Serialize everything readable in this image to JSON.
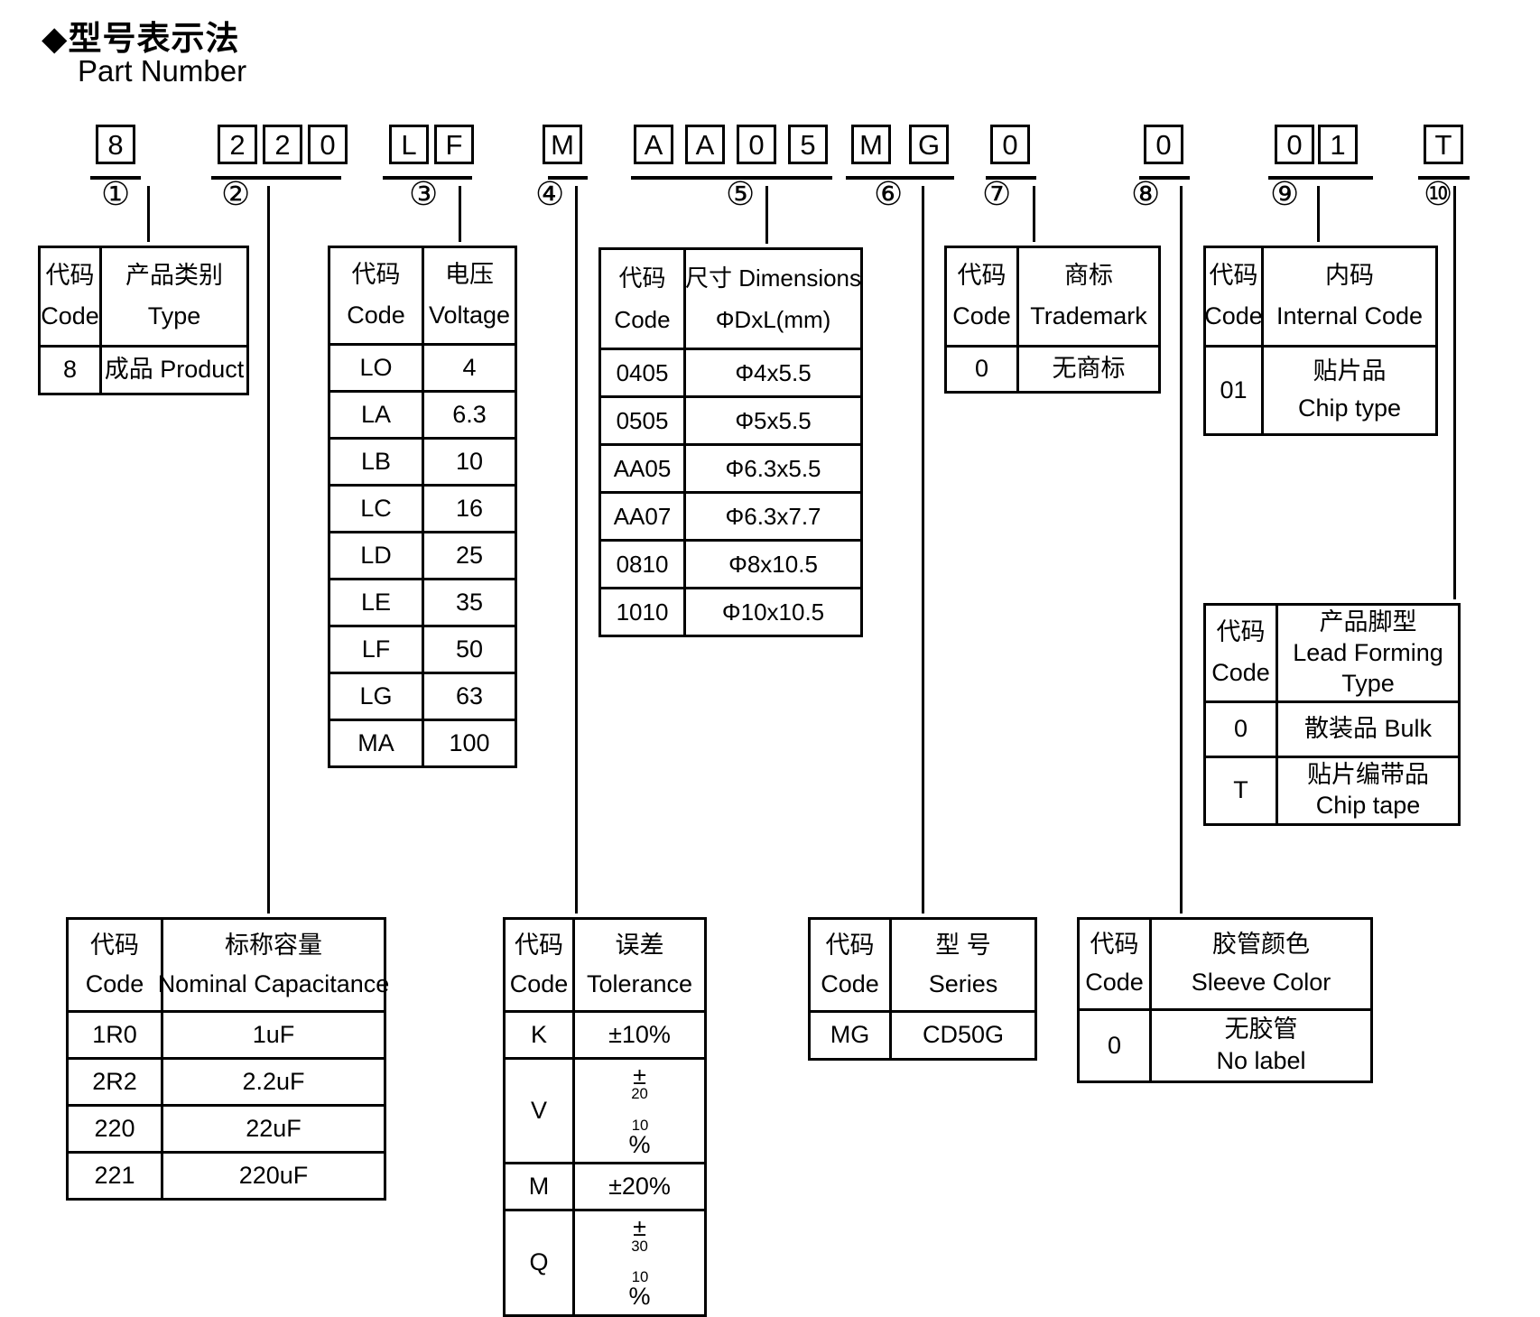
{
  "title": {
    "zh": "◆型号表示法",
    "en": "Part Number"
  },
  "part_number": {
    "groups": [
      {
        "num": "①",
        "chars": [
          "8"
        ]
      },
      {
        "num": "②",
        "chars": [
          "2",
          "2",
          "0"
        ]
      },
      {
        "num": "③",
        "chars": [
          "L",
          "F"
        ]
      },
      {
        "num": "④",
        "chars": [
          "M"
        ]
      },
      {
        "num": "⑤",
        "chars": [
          "A",
          "A",
          "0",
          "5"
        ]
      },
      {
        "num": "⑥",
        "chars": [
          "M",
          "G"
        ]
      },
      {
        "num": "⑦",
        "chars": [
          "0"
        ]
      },
      {
        "num": "⑧",
        "chars": [
          "0"
        ]
      },
      {
        "num": "⑨",
        "chars": [
          "0",
          "1"
        ]
      },
      {
        "num": "⑩",
        "chars": [
          "T"
        ]
      }
    ]
  },
  "tables": {
    "type": {
      "header": [
        [
          "代码",
          "Code"
        ],
        [
          "产品类别",
          "Type"
        ]
      ],
      "rows": [
        [
          "8",
          "成品 Product"
        ]
      ]
    },
    "voltage": {
      "header": [
        [
          "代码",
          "Code"
        ],
        [
          "电压",
          "Voltage"
        ]
      ],
      "rows": [
        [
          "LO",
          "4"
        ],
        [
          "LA",
          "6.3"
        ],
        [
          "LB",
          "10"
        ],
        [
          "LC",
          "16"
        ],
        [
          "LD",
          "25"
        ],
        [
          "LE",
          "35"
        ],
        [
          "LF",
          "50"
        ],
        [
          "LG",
          "63"
        ],
        [
          "MA",
          "100"
        ]
      ]
    },
    "dimensions": {
      "header": [
        [
          "代码",
          "Code"
        ],
        [
          "尺寸 Dimensions",
          "ΦDxL(mm)"
        ]
      ],
      "rows": [
        [
          "0405",
          "Φ4x5.5"
        ],
        [
          "0505",
          "Φ5x5.5"
        ],
        [
          "AA05",
          "Φ6.3x5.5"
        ],
        [
          "AA07",
          "Φ6.3x7.7"
        ],
        [
          "0810",
          "Φ8x10.5"
        ],
        [
          "1010",
          "Φ10x10.5"
        ]
      ]
    },
    "trademark": {
      "header": [
        [
          "代码",
          "Code"
        ],
        [
          "商标",
          "Trademark"
        ]
      ],
      "rows": [
        [
          "0",
          "无商标"
        ]
      ]
    },
    "internal_code": {
      "header": [
        [
          "代码",
          "Code"
        ],
        [
          "内码",
          "Internal Code"
        ]
      ],
      "rows": [
        [
          "01",
          [
            "贴片品",
            "Chip type"
          ]
        ]
      ]
    },
    "lead_forming": {
      "header": [
        [
          "代码",
          "Code"
        ],
        [
          "产品脚型",
          "Lead Forming",
          "Type"
        ]
      ],
      "rows": [
        [
          "0",
          "散装品 Bulk"
        ],
        [
          "T",
          [
            "贴片编带品",
            "Chip tape"
          ]
        ]
      ]
    },
    "capacitance": {
      "header": [
        [
          "代码",
          "Code"
        ],
        [
          "标称容量",
          "Nominal Capacitance"
        ]
      ],
      "rows": [
        [
          "1R0",
          "1uF"
        ],
        [
          "2R2",
          "2.2uF"
        ],
        [
          "220",
          "22uF"
        ],
        [
          "221",
          "220uF"
        ]
      ]
    },
    "tolerance": {
      "header": [
        [
          "代码",
          "Code"
        ],
        [
          "误差",
          "Tolerance"
        ]
      ],
      "rows": [
        [
          "K",
          "±10%"
        ],
        [
          "V",
          {
            "pm": "±",
            "sup": "20",
            "sub": "10",
            "pct": "%"
          }
        ],
        [
          "M",
          "±20%"
        ],
        [
          "Q",
          {
            "pm": "±",
            "sup": "30",
            "sub": "10",
            "pct": "%"
          }
        ]
      ]
    },
    "series": {
      "header": [
        [
          "代码",
          "Code"
        ],
        [
          "型 号",
          "Series"
        ]
      ],
      "rows": [
        [
          "MG",
          "CD50G"
        ]
      ]
    },
    "sleeve": {
      "header": [
        [
          "代码",
          "Code"
        ],
        [
          "胶管颜色",
          "Sleeve Color"
        ]
      ],
      "rows": [
        [
          "0",
          [
            "无胶管",
            "No label"
          ]
        ]
      ]
    }
  }
}
